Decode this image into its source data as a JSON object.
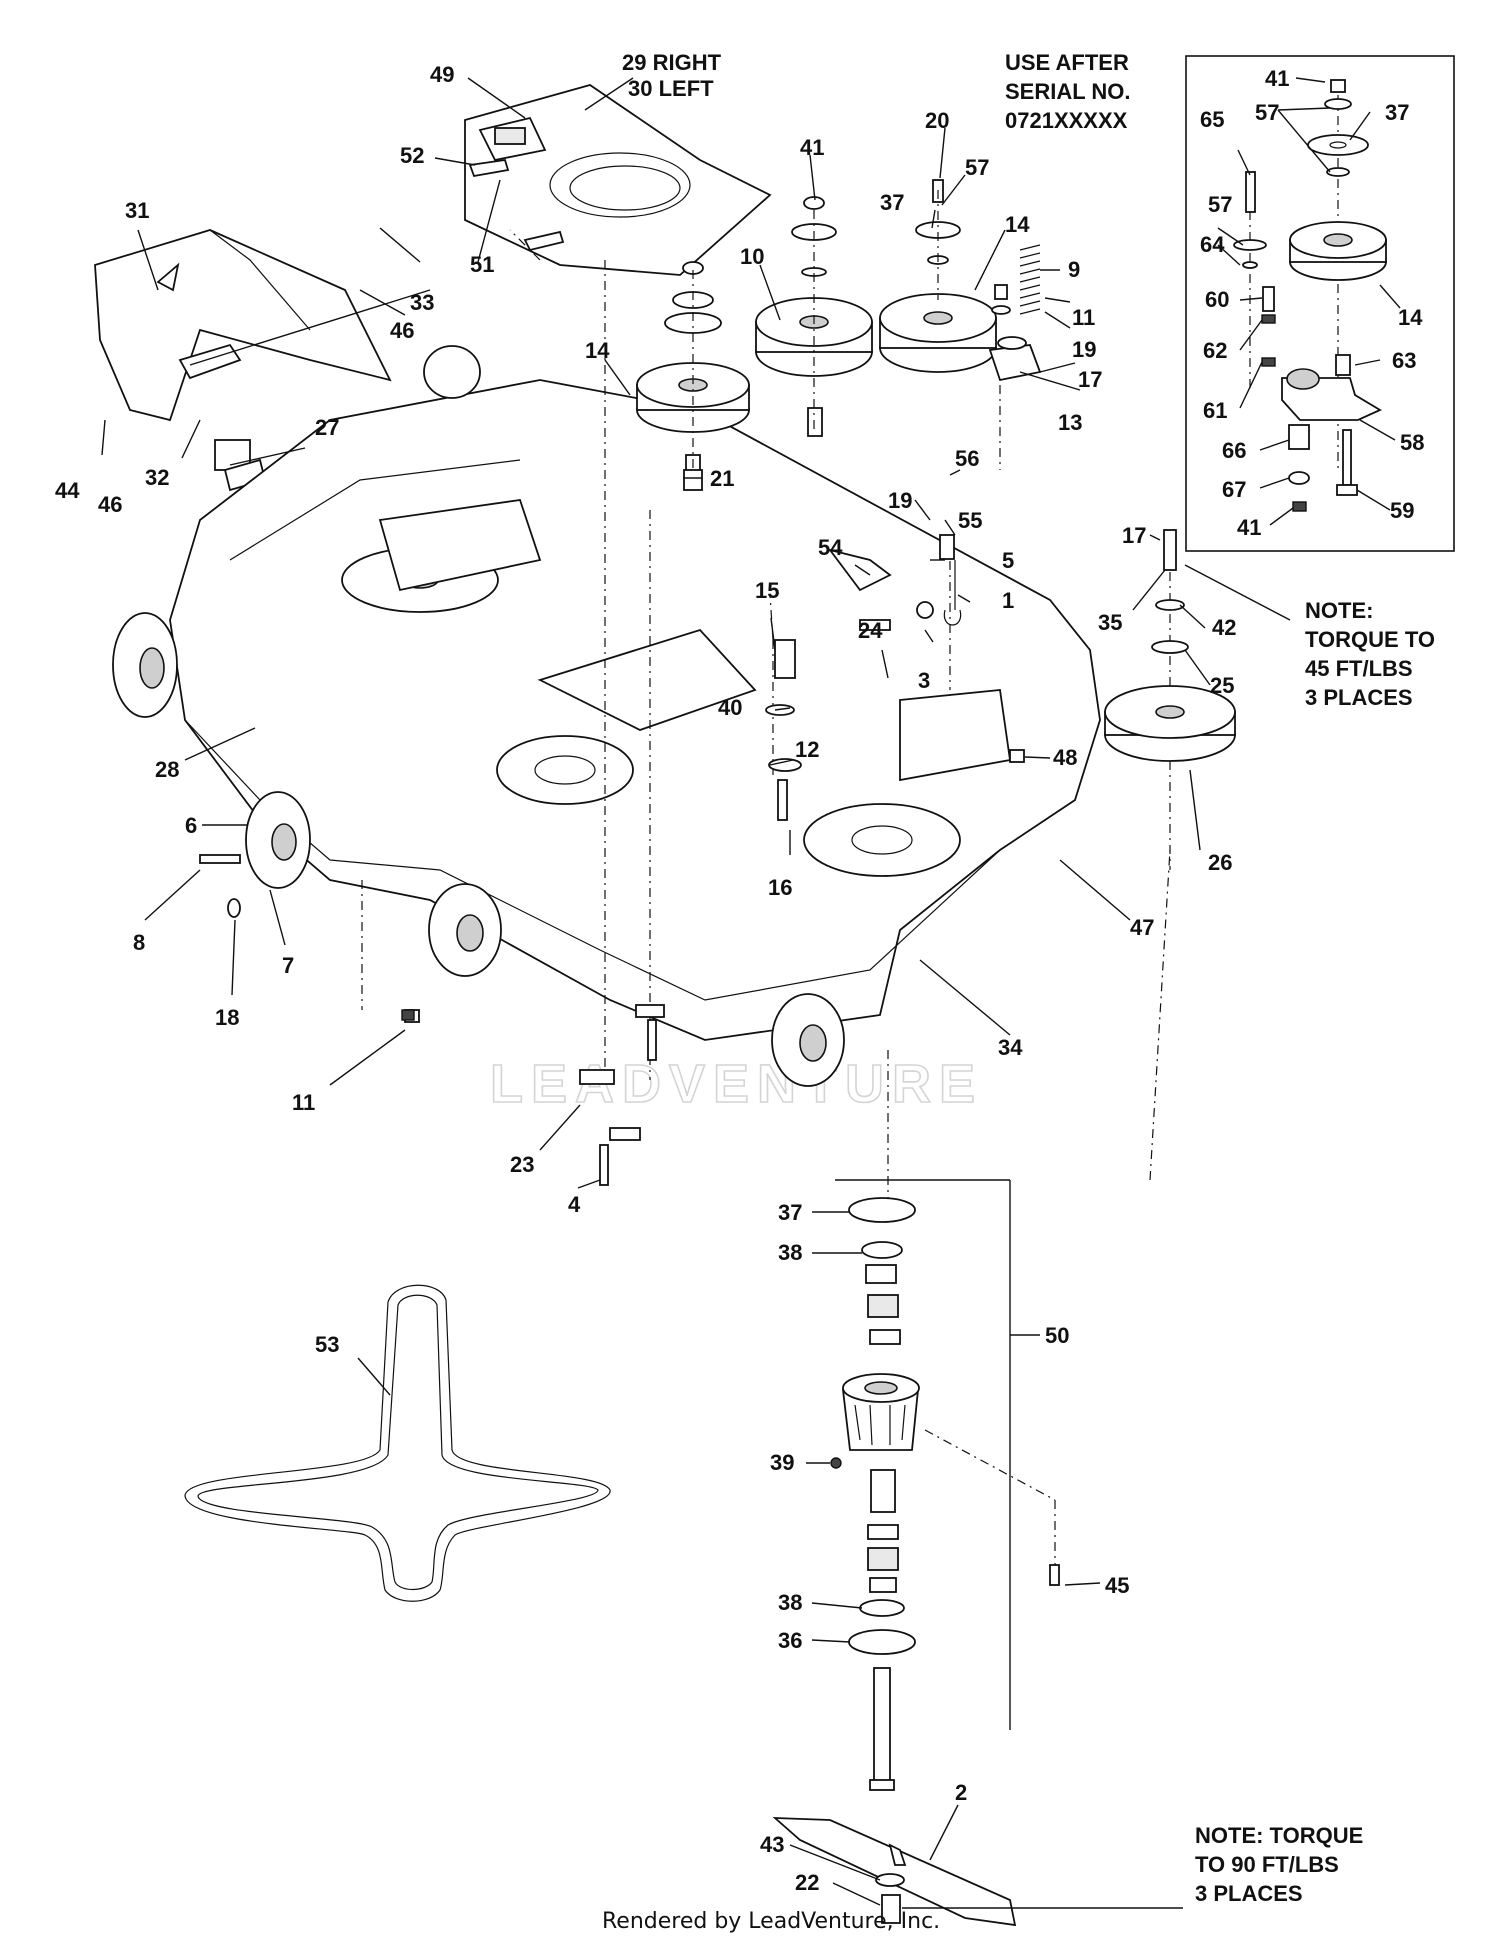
{
  "parts": [
    {
      "id": "49",
      "label": "49"
    },
    {
      "id": "29-30",
      "label": "29 RIGHT\n30  LEFT"
    },
    {
      "id": "52",
      "label": "52"
    },
    {
      "id": "51",
      "label": "51"
    },
    {
      "id": "31",
      "label": "31"
    },
    {
      "id": "33",
      "label": "33"
    },
    {
      "id": "46a",
      "label": "46"
    },
    {
      "id": "46b",
      "label": "46"
    },
    {
      "id": "44",
      "label": "44"
    },
    {
      "id": "27",
      "label": "27"
    },
    {
      "id": "32",
      "label": "32"
    },
    {
      "id": "41a",
      "label": "41"
    },
    {
      "id": "10",
      "label": "10"
    },
    {
      "id": "14a",
      "label": "14"
    },
    {
      "id": "21",
      "label": "21"
    },
    {
      "id": "20",
      "label": "20"
    },
    {
      "id": "57a",
      "label": "57"
    },
    {
      "id": "37a",
      "label": "37"
    },
    {
      "id": "14b",
      "label": "14"
    },
    {
      "id": "9",
      "label": "9"
    },
    {
      "id": "11a",
      "label": "11"
    },
    {
      "id": "19a",
      "label": "19"
    },
    {
      "id": "17a",
      "label": "17"
    },
    {
      "id": "13",
      "label": "13"
    },
    {
      "id": "56",
      "label": "56"
    },
    {
      "id": "19b",
      "label": "19"
    },
    {
      "id": "55",
      "label": "55"
    },
    {
      "id": "5",
      "label": "5"
    },
    {
      "id": "54",
      "label": "54"
    },
    {
      "id": "1",
      "label": "1"
    },
    {
      "id": "24",
      "label": "24"
    },
    {
      "id": "3",
      "label": "3"
    },
    {
      "id": "15",
      "label": "15"
    },
    {
      "id": "40",
      "label": "40"
    },
    {
      "id": "12",
      "label": "12"
    },
    {
      "id": "16",
      "label": "16"
    },
    {
      "id": "48",
      "label": "48"
    },
    {
      "id": "17b",
      "label": "17"
    },
    {
      "id": "35",
      "label": "35"
    },
    {
      "id": "42",
      "label": "42"
    },
    {
      "id": "25",
      "label": "25"
    },
    {
      "id": "26",
      "label": "26"
    },
    {
      "id": "47",
      "label": "47"
    },
    {
      "id": "34",
      "label": "34"
    },
    {
      "id": "28",
      "label": "28"
    },
    {
      "id": "6",
      "label": "6"
    },
    {
      "id": "8",
      "label": "8"
    },
    {
      "id": "7",
      "label": "7"
    },
    {
      "id": "18",
      "label": "18"
    },
    {
      "id": "11b",
      "label": "11"
    },
    {
      "id": "23",
      "label": "23"
    },
    {
      "id": "4",
      "label": "4"
    },
    {
      "id": "41b",
      "label": "41"
    },
    {
      "id": "65",
      "label": "65"
    },
    {
      "id": "57b",
      "label": "57"
    },
    {
      "id": "37b",
      "label": "37"
    },
    {
      "id": "57c",
      "label": "57"
    },
    {
      "id": "64",
      "label": "64"
    },
    {
      "id": "14c",
      "label": "14"
    },
    {
      "id": "60",
      "label": "60"
    },
    {
      "id": "62",
      "label": "62"
    },
    {
      "id": "63",
      "label": "63"
    },
    {
      "id": "61",
      "label": "61"
    },
    {
      "id": "58",
      "label": "58"
    },
    {
      "id": "66",
      "label": "66"
    },
    {
      "id": "67",
      "label": "67"
    },
    {
      "id": "59",
      "label": "59"
    },
    {
      "id": "41c",
      "label": "41"
    },
    {
      "id": "53",
      "label": "53"
    },
    {
      "id": "37c",
      "label": "37"
    },
    {
      "id": "38a",
      "label": "38"
    },
    {
      "id": "50",
      "label": "50"
    },
    {
      "id": "39",
      "label": "39"
    },
    {
      "id": "45",
      "label": "45"
    },
    {
      "id": "38b",
      "label": "38"
    },
    {
      "id": "36",
      "label": "36"
    },
    {
      "id": "2",
      "label": "2"
    },
    {
      "id": "43",
      "label": "43"
    },
    {
      "id": "22",
      "label": "22"
    }
  ],
  "notes": {
    "use_after": [
      "USE AFTER",
      "SERIAL NO.",
      "0721XXXXX"
    ],
    "torque_pulley": [
      "NOTE:",
      "TORQUE TO",
      "45 FT/LBS",
      "3 PLACES"
    ],
    "torque_blade": [
      "NOTE: TORQUE",
      "TO 90 FT/LBS",
      "3 PLACES"
    ]
  },
  "watermark": "LEADVENTURE",
  "footer": "Rendered by LeadVenture, Inc."
}
